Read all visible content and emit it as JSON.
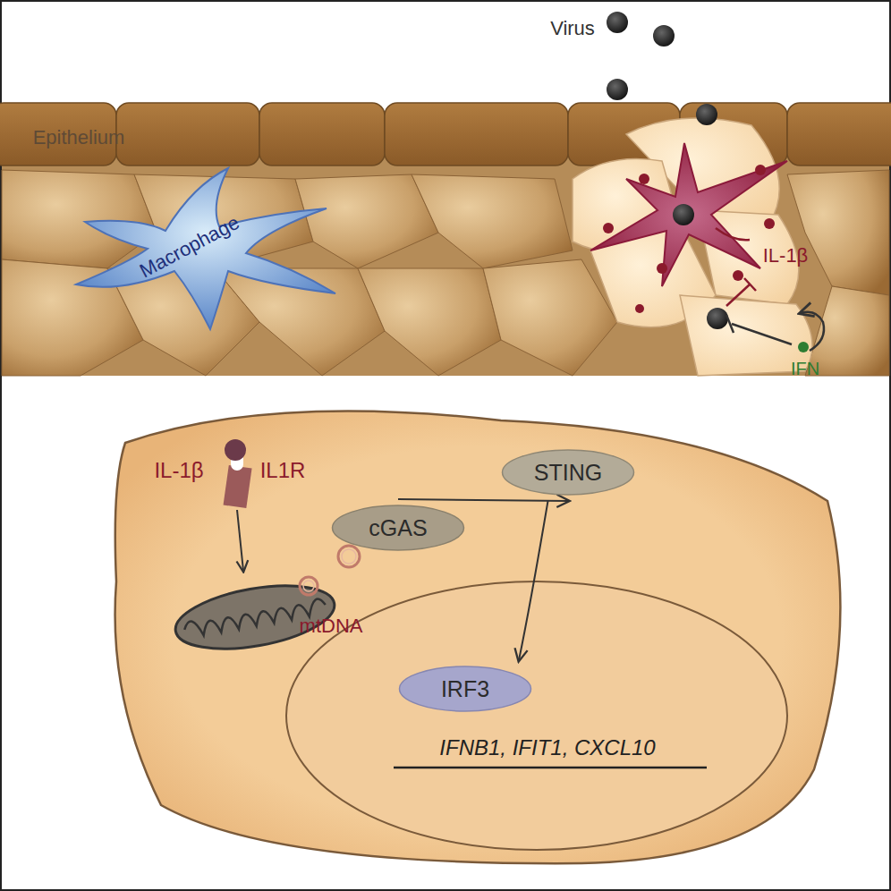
{
  "diagram": {
    "nodes": [
      {
        "text": [
          "cGAS"
        ]
      },
      {
        "text": [
          "STING"
        ]
      },
      {
        "text": [
          "IRF3"
        ]
      }
    ],
    "edges": [
      {
        "from": 0,
        "to": 1,
        "arrow": "to"
      },
      {
        "from": 1,
        "to": 2,
        "arrow": "to"
      }
    ],
    "labels": [
      "Virus",
      "Epithelium",
      "Macrophage",
      "IL-1β",
      "IFN",
      "IL-1β",
      "IL1R",
      "mtDNA",
      "IFNB1, IFIT1, CXCL10"
    ]
  }
}
